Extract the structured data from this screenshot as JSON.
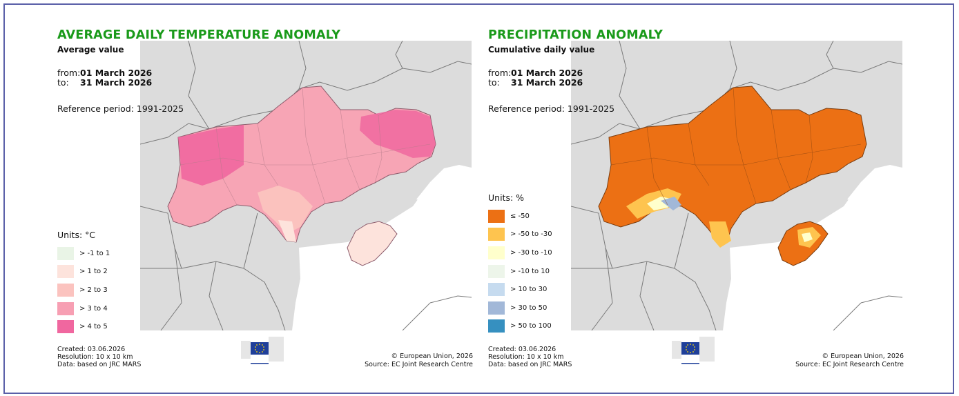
{
  "panels": [
    {
      "title": "AVERAGE DAILY TEMPERATURE ANOMALY",
      "subtitle": "Average value",
      "from_label": "from:",
      "from_date": "01 March 2026",
      "to_label": "to:",
      "to_date": "31 March 2026",
      "reference": "Reference period: 1991-2025",
      "legend": {
        "units": "Units: °C",
        "items": [
          {
            "label": "> -1 to 1",
            "color": "#e9f4e6"
          },
          {
            "label": "> 1 to 2",
            "color": "#fde3dc"
          },
          {
            "label": "> 2 to 3",
            "color": "#fbc3bf"
          },
          {
            "label": "> 3 to 4",
            "color": "#f79fb3"
          },
          {
            "label": "> 4 to 5",
            "color": "#f0679f"
          }
        ]
      },
      "footer": {
        "created": "Created: 03.06.2026",
        "resolution": "Resolution: 10 x 10 km",
        "data": "Data: based on JRC MARS",
        "copyright": "© European Union, 2026",
        "source": "Source: EC Joint Research Centre"
      }
    },
    {
      "title": "PRECIPITATION ANOMALY",
      "subtitle": "Cumulative daily value",
      "from_label": "from:",
      "from_date": "01 March 2026",
      "to_label": "to:",
      "to_date": "31 March 2026",
      "reference": "Reference period: 1991-2025",
      "legend": {
        "units": "Units: %",
        "items": [
          {
            "label": "≤ -50",
            "color": "#ec7014"
          },
          {
            "label": "> -50 to -30",
            "color": "#fec44f"
          },
          {
            "label": "> -30 to -10",
            "color": "#ffffcc"
          },
          {
            "label": "> -10 to 10",
            "color": "#edf5ea"
          },
          {
            "label": "> 10 to 30",
            "color": "#c6dbef"
          },
          {
            "label": "> 30 to 50",
            "color": "#a2b8d8"
          },
          {
            "label": "> 50 to 100",
            "color": "#3690c0"
          }
        ]
      },
      "footer": {
        "created": "Created: 03.06.2026",
        "resolution": "Resolution: 10 x 10 km",
        "data": "Data: based on JRC MARS",
        "copyright": "© European Union, 2026",
        "source": "Source: EC Joint Research Centre"
      }
    }
  ],
  "colors": {
    "title": "#1a9a1a",
    "land": "#dcdcdc",
    "sea": "#ffffff",
    "border": "#6e6e6e",
    "frame": "#5a5fa8"
  },
  "logo_icon": "european-commission-logo"
}
